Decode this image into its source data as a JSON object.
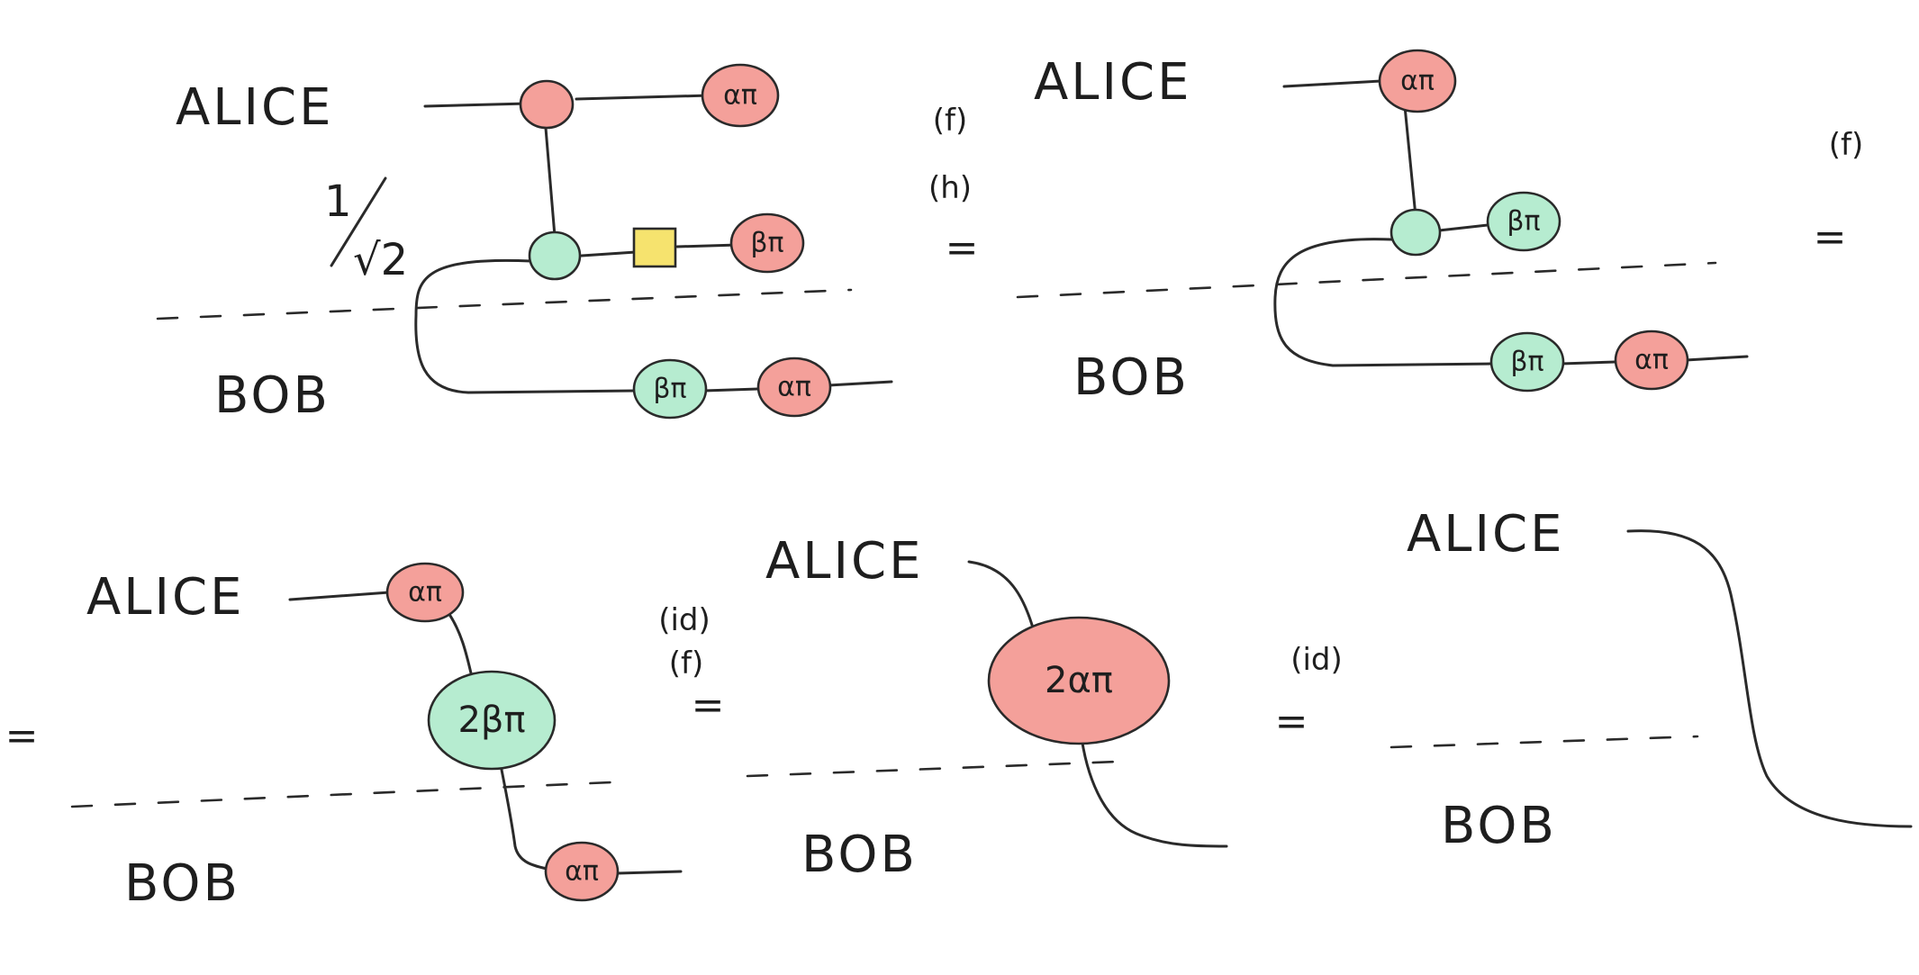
{
  "parties": {
    "alice": "ALICE",
    "bob": "BOB"
  },
  "phases": {
    "alpha_pi": "απ",
    "beta_pi": "βπ",
    "two_beta_pi": "2βπ",
    "two_alpha_pi": "2απ"
  },
  "scalar": {
    "numerator": "1",
    "denominator": "√2"
  },
  "rules": {
    "step1": [
      "(f)",
      "(h)"
    ],
    "step2": [
      "(f)"
    ],
    "step3": [
      "(id)",
      "(f)"
    ],
    "step4": [
      "(id)"
    ]
  },
  "equals": "=",
  "colors": {
    "red_spider": "#f4a09a",
    "green_spider": "#b6ecd0",
    "hadamard": "#f6e36e",
    "ink": "#2a2a2a"
  }
}
